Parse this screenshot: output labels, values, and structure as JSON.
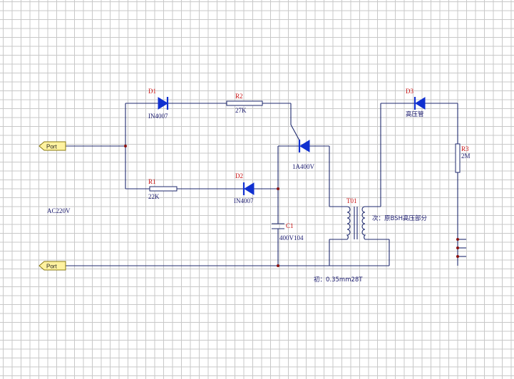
{
  "ports": [
    {
      "id": "top",
      "label": "Port"
    },
    {
      "id": "bottom",
      "label": "Port"
    }
  ],
  "source_label": "AC220V",
  "components": {
    "d1": {
      "designator": "D1",
      "value": "IN4007"
    },
    "d2": {
      "designator": "D2",
      "value": "IN4007"
    },
    "d3": {
      "designator": "D3",
      "value": "高压管"
    },
    "r1": {
      "designator": "R1",
      "value": "22K"
    },
    "r2": {
      "designator": "R2",
      "value": "27K"
    },
    "r3": {
      "designator": "R3",
      "value": "2M"
    },
    "scr": {
      "value": "1A400V"
    },
    "c1": {
      "designator": "C1",
      "value": "400V104"
    },
    "t01": {
      "designator": "T01",
      "primary_note": "初：0.35mm28T",
      "secondary_note": "次：原BSH高压部分"
    }
  },
  "colors": {
    "wire": "#1f2a6e",
    "diode": "#1030d0",
    "designator": "#c81010",
    "port_fill": "#fff2a0",
    "grid": "#c8c8c8"
  }
}
